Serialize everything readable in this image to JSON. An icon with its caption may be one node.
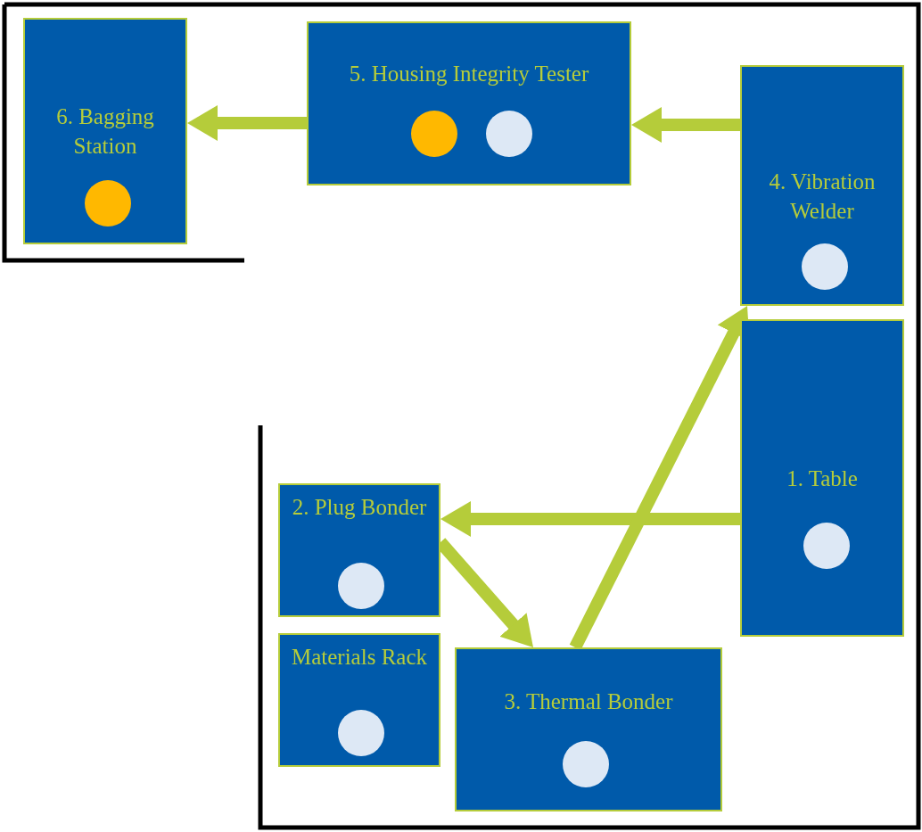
{
  "diagram": {
    "nodes": [
      {
        "text": [
          "6. Bagging Station"
        ]
      },
      {
        "text": [],
        "shape": "circle",
        "in": 0
      },
      {
        "text": [
          "5. Housing Integrity Tester"
        ]
      },
      {
        "text": [],
        "shape": "circle",
        "in": 2
      },
      {
        "text": [],
        "shape": "circle",
        "in": 2
      },
      {
        "text": [
          "4. Vibration Welder"
        ]
      },
      {
        "text": [],
        "shape": "circle",
        "in": 5
      },
      {
        "text": [
          "1. Table"
        ]
      },
      {
        "text": [],
        "shape": "circle",
        "in": 7
      },
      {
        "text": [
          "2. Plug Bonder"
        ]
      },
      {
        "text": [],
        "shape": "circle",
        "in": 9
      },
      {
        "text": [
          "Materials Rack"
        ]
      },
      {
        "text": [],
        "shape": "circle",
        "in": 11
      },
      {
        "text": [
          "3. Thermal Bonder"
        ]
      },
      {
        "text": [],
        "shape": "circle",
        "in": 13
      }
    ],
    "edges": [
      {
        "from": 7,
        "to": 9,
        "arrow": "to"
      },
      {
        "from": 9,
        "to": 13,
        "arrow": "to"
      },
      {
        "from": 13,
        "to": 5,
        "arrow": "to"
      },
      {
        "from": 5,
        "to": 2,
        "arrow": "to"
      },
      {
        "from": 2,
        "to": 0,
        "arrow": "to"
      }
    ]
  }
}
